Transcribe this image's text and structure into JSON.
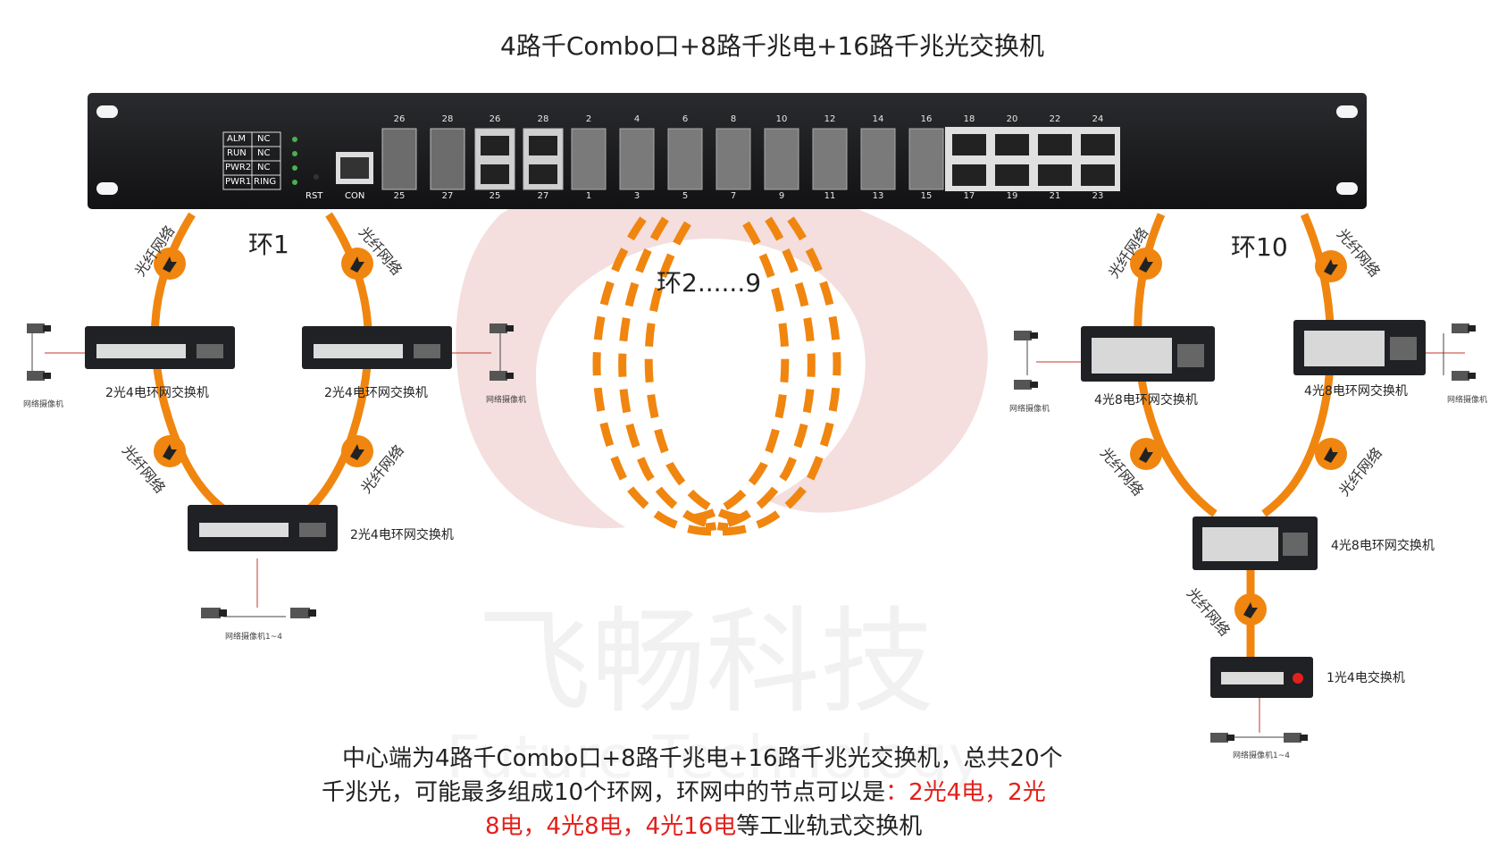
{
  "title": "4路千Combo口+8路千兆电+16路千兆光交换机",
  "chassis": {
    "status_labels": [
      "ALM",
      "RUN",
      "PWR2",
      "PWR1"
    ],
    "status_values": [
      "NC",
      "NC",
      "NC",
      "RING"
    ],
    "rst_label": "RST",
    "con_label": "CON",
    "top_numbers": [
      "26",
      "28",
      "26",
      "28",
      "2",
      "4",
      "6",
      "8",
      "10",
      "12",
      "14",
      "16",
      "18",
      "20",
      "22",
      "24"
    ],
    "bottom_numbers": [
      "25",
      "27",
      "25",
      "27",
      "1",
      "3",
      "5",
      "7",
      "9",
      "11",
      "13",
      "15",
      "17",
      "19",
      "21",
      "23"
    ]
  },
  "rings": {
    "ring1": "环1",
    "ring_mid": "环2......9",
    "ring10": "环10"
  },
  "fiber_label": "光纤网络",
  "devices": {
    "left_top_left": "2光4电环网交换机",
    "left_top_right": "2光4电环网交换机",
    "left_bottom": "2光4电环网交换机",
    "right_top_left": "4光8电环网交换机",
    "right_top_right": "4光8电环网交换机",
    "right_bottom": "4光8电环网交换机",
    "right_tail": "1光4电交换机"
  },
  "cameras": {
    "label": "网络摄像机",
    "group_label": "网络摄像机1~4"
  },
  "watermark": {
    "cn": "飞畅科技",
    "en": "Future Technology"
  },
  "bottom_text": {
    "line1": "中心端为4路千Combo口+8路千兆电+16路千兆光交换机，总共20个",
    "line2_black": "千兆光，可能最多组成10个环网，环网中的节点可以是",
    "line2_red": "：2光4电，2光",
    "line3_red": "8电，4光8电，4光16电",
    "line3_black": "等工业轨式交换机"
  },
  "colors": {
    "orange": "#f0860f",
    "red_text": "#e3201b",
    "chassis": "#1b1c1e",
    "watermark": "#e8e8e8"
  }
}
